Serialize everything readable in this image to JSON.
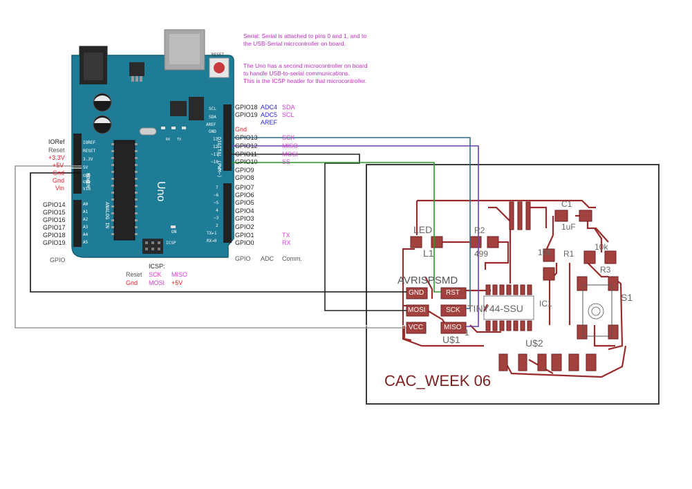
{
  "notes": {
    "serial_line1": "Serial: Serial is attached to pins 0 and 1, and to",
    "serial_line2": "the USB-Serial micrcontroller on board.",
    "icsp_line1": "The Uno has a second microcontroller on board",
    "icsp_line2": "to handle USB-to-serial communications.",
    "icsp_line3": "This is the ICSP header for that microcontroller."
  },
  "board": {
    "name": "Uno",
    "reset": "RESET",
    "icsp_silk": "ICSP",
    "on_silk": "ON",
    "power_silk": "POWER",
    "analog_silk": "ANALOG IN",
    "digital_silk": "DIGITAL (PWM~)",
    "left_header_labels": [
      "IOREF",
      "RESET",
      "3.3V",
      "5V",
      "GND",
      "GND",
      "VIN"
    ],
    "analog_header_labels": [
      "A0",
      "A1",
      "A2",
      "A3",
      "A4",
      "A5"
    ],
    "top_header_labels": [
      "SCL",
      "SDA",
      "AREF",
      "GND",
      "13",
      "12",
      "~11",
      "~10"
    ],
    "lower_header_labels": [
      "7",
      "~6",
      "~5",
      "4",
      "~3",
      "2",
      "TX▸1",
      "RX◂0"
    ],
    "tx_rx": [
      "TX",
      "RX"
    ]
  },
  "left_labels": {
    "power": [
      "IORef",
      "Reset",
      "+3.3V",
      "+5V",
      "Gnd",
      "Gnd",
      "Vin"
    ],
    "analog": [
      "GPIO14",
      "GPIO15",
      "GPIO16",
      "GPIO17",
      "GPIO18",
      "GPIO19"
    ],
    "footer": "GPIO"
  },
  "right_labels": {
    "top": [
      {
        "gpio": "GPIO18",
        "adc": "ADC4",
        "comm": "SDA"
      },
      {
        "gpio": "GPIO19",
        "adc": "ADC5",
        "comm": "SCL"
      }
    ],
    "aref": "AREF",
    "gnd": "Gnd",
    "digital_upper": [
      {
        "gpio": "GPIO13",
        "comm": "SCK"
      },
      {
        "gpio": "GPIO12",
        "comm": "MISO"
      },
      {
        "gpio": "GPIO11",
        "comm": "MOSI"
      },
      {
        "gpio": "GPIO10",
        "comm": "SS"
      }
    ],
    "digital_mid": [
      "GPIO9",
      "GPIO8"
    ],
    "digital_lower": [
      "GPIO7",
      "GPIO6",
      "GPIO5",
      "GPIO4",
      "GPIO3",
      "GPIO2"
    ],
    "serial": [
      {
        "gpio": "GPIO1",
        "comm": "TX"
      },
      {
        "gpio": "GPIO0",
        "comm": "RX"
      }
    ],
    "footer": {
      "gpio": "GPIO",
      "adc": "ADC",
      "comm": "Comm."
    }
  },
  "icsp_labels": {
    "title": "ICSP:",
    "reset": "Reset",
    "sck": "SCK",
    "miso": "MISO",
    "gnd": "Gnd",
    "mosi": "MOSI",
    "v5": "+5V"
  },
  "pcb": {
    "title": "CAC_WEEK 06",
    "avr": "AVRISPSMD",
    "pads": {
      "gnd": "GND",
      "rst": "RST",
      "mosi": "MOSI",
      "sck": "SCK",
      "vcc": "VCC",
      "miso": "MISO"
    },
    "led": "LED",
    "l1": "L1",
    "r2": "R2",
    "r2_value": "499",
    "c1": "C1",
    "c1_value": "1uF",
    "r1_value": "10k",
    "r1": "R1",
    "r3_value": "10k",
    "r3": "R3",
    "s1": "S1",
    "ic": "TINY44-SSU",
    "ic1": "IC1",
    "u1": "U$1",
    "u2": "U$2",
    "pin1": "1"
  },
  "colors": {
    "board": "#1e7c96",
    "board_dark": "#155e72",
    "wire_black": "#111111",
    "wire_green": "#2a9a2a",
    "wire_purple": "#6a3fb3",
    "wire_blue": "#2f6f8f",
    "trace": "#9b2a2a",
    "pad": "#a3413f",
    "label_red": "#e8202a",
    "label_pink": "#d63fd6",
    "label_blue": "#2b2bd1"
  }
}
